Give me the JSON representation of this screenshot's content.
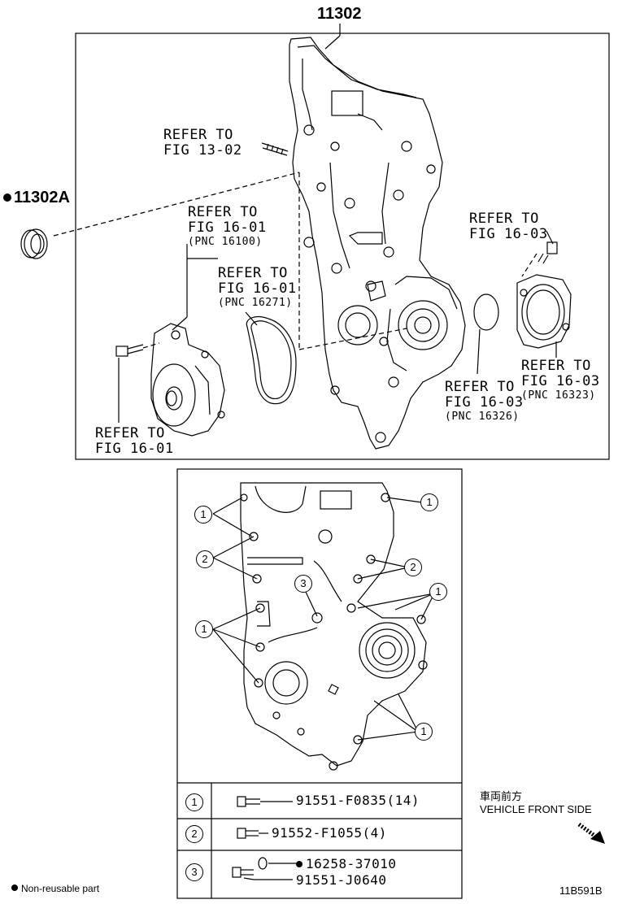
{
  "top_part_number": "11302",
  "seal_part_number": "11302A",
  "refer_fig_13_02": {
    "line1": "REFER TO",
    "line2": "FIG 13-02"
  },
  "refer_16_01_pnc16100": {
    "line1": "REFER TO",
    "line2": "FIG 16-01",
    "line3": "(PNC 16100)"
  },
  "refer_16_01_pnc16271": {
    "line1": "REFER TO",
    "line2": "FIG 16-01",
    "line3": "(PNC 16271)"
  },
  "refer_16_03_top": {
    "line1": "REFER TO",
    "line2": "FIG 16-03"
  },
  "refer_16_03_pnc16323": {
    "line1": "REFER TO",
    "line2": "FIG 16-03",
    "line3": "(PNC 16323)"
  },
  "refer_16_03_pnc16326": {
    "line1": "REFER TO",
    "line2": "FIG 16-03",
    "line3": "(PNC 16326)"
  },
  "refer_16_01_bottom": {
    "line1": "REFER TO",
    "line2": "FIG 16-01"
  },
  "callouts": {
    "one": "1",
    "two": "2",
    "three": "3"
  },
  "bolt_table": {
    "rows": [
      {
        "index": "1",
        "part": "91551-F0835(14)"
      },
      {
        "index": "2",
        "part": "91552-F1055(4)"
      },
      {
        "index": "3",
        "part_a": "16258-37010",
        "part_b": "91551-J0640"
      }
    ]
  },
  "vehicle_front": {
    "jp": "車両前方",
    "en": "VEHICLE FRONT SIDE"
  },
  "legend": {
    "non_reusable": "Non-reusable part"
  },
  "figure_code": "11B591B"
}
